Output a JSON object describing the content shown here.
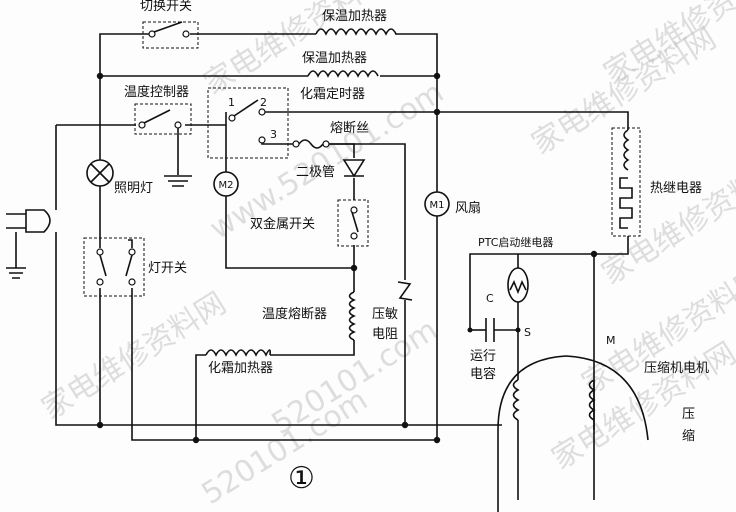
{
  "labels": {
    "switch_changeover": "切换开关",
    "heater_keep_warm_1": "保温加热器",
    "heater_keep_warm_2": "保温加热器",
    "defrost_timer": "化霜定时器",
    "temp_controller": "温度控制器",
    "fuse": "熔断丝",
    "lamp": "照明灯",
    "diode": "二极管",
    "bimetal_switch": "双金属开关",
    "fan": "风扇",
    "thermal_relay": "热继电器",
    "ptc_relay": "PTC启动继电器",
    "lamp_switch": "灯开关",
    "temp_fuse": "温度熔断器",
    "varistor_1": "压敏",
    "varistor_2": "电阻",
    "run_cap_1": "运行",
    "run_cap_2": "电容",
    "defrost_heater": "化霜加热器",
    "compressor_motor": "压缩机电机",
    "compressor_partial_1": "压",
    "compressor_partial_2": "缩"
  },
  "symbols": {
    "motor_m2": "M2",
    "motor_m1": "M1",
    "m1_suffix": "风扇",
    "terminal_1": "1",
    "terminal_2": "2",
    "terminal_3": "3",
    "cap_c": "C",
    "terminal_s": "S",
    "terminal_m": "M",
    "figure_number": "①"
  },
  "watermarks": {
    "wm1": "家电维修资料网",
    "wm2": "www.520101.com",
    "wm3": "家电维修资料网",
    "wm4": "家电维修资料网",
    "wm5": "家电维修资料网",
    "wm6": "520101.com",
    "wm7": "家电维修资料网",
    "wm8": "520101.com",
    "wm9": "家电维修资料网",
    "wm10": "家电维修资料网"
  }
}
